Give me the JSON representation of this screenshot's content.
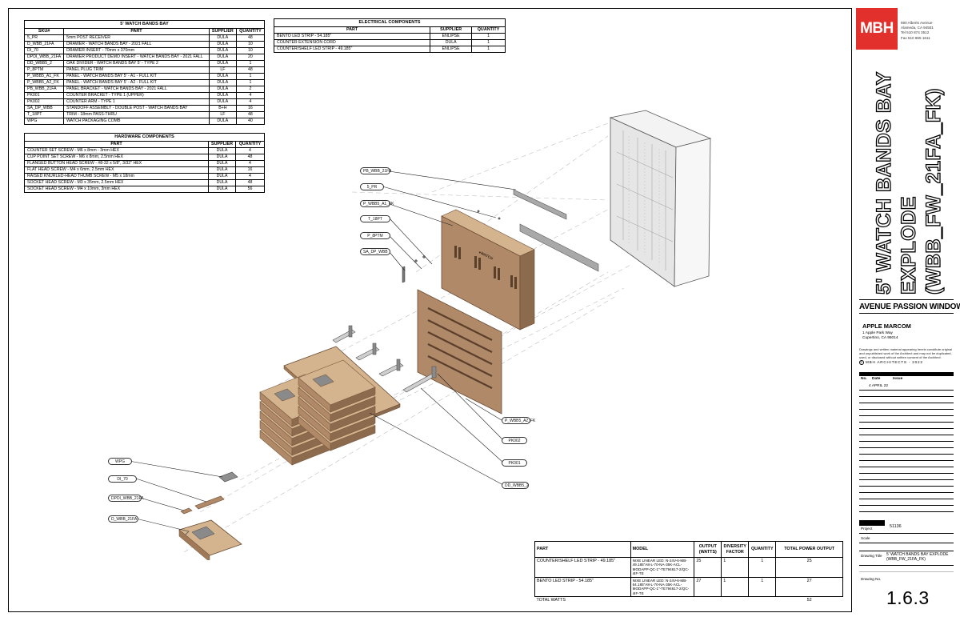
{
  "watch_bands_bay": {
    "title": "5' WATCH BANDS BAY",
    "headers": [
      "SKU#",
      "PART",
      "SUPPLIER",
      "QUANTITY"
    ],
    "rows": [
      [
        "5_PR",
        "5mm POST RECEIVER",
        "DULA",
        "48"
      ],
      [
        "D_WBB_21FA",
        "DRAWER - WATCH BANDS BAY - 2021 FALL",
        "DULA",
        "10"
      ],
      [
        "DI_70",
        "DRAWER INSERT - 70mm x 370mm",
        "DULA",
        "10"
      ],
      [
        "DPDI_WBB_21FA",
        "DRAWER PRODUCT DEMO INSERT - WATCH BANDS BAY - 2021 FALL",
        "DULA",
        "20"
      ],
      [
        "DD_WBB5_2",
        "OAK DIVIDER - WATCH BANDS BAY 5' - TYPE 2",
        "DULA",
        "1"
      ],
      [
        "P_8PTM",
        "PANEL PLUG TRIM",
        "LF",
        "48"
      ],
      [
        "P_WBB5_A1_FK",
        "PANEL - WATCH BANDS BAY 5' - A1 - FULL KIT",
        "DULA",
        "1"
      ],
      [
        "P_WBB5_A2_FK",
        "PANEL - WATCH BANDS BAY 5' - A2 - FULL KIT",
        "DULA",
        "1"
      ],
      [
        "PB_WBB_21FA",
        "PANEL BRACKET - WATCH BANDS BAY - 2021 FALL",
        "DULA",
        "2"
      ],
      [
        "PK001",
        "COUNTER BRACKET - TYPE 1 (UPPER)",
        "DULA",
        "4"
      ],
      [
        "PK002",
        "COUNTER ARM - TYPE 1",
        "DULA",
        "4"
      ],
      [
        "SA_DP_WBB",
        "STANDOFF ASSEMBLY - DOUBLE POST - WATCH BANDS BAY",
        "B+H",
        "16"
      ],
      [
        "T_18PT",
        "TRIM - 18mm PASS-THRU",
        "LF",
        "48"
      ],
      [
        "WPG",
        "WATCH PACKAGING COMB",
        "DULA",
        "40"
      ]
    ]
  },
  "hardware": {
    "title": "HARDWARE COMPONENTS",
    "headers": [
      "PART",
      "SUPPLIER",
      "QUANTITY"
    ],
    "rows": [
      [
        "COUNTER SET SCREW - M6 x 8mm - 3mm HEX",
        "DULA",
        "4"
      ],
      [
        "CUP POINT SET SCREW - M6 x 8mm, 2.5mm HEX",
        "DULA",
        "48"
      ],
      [
        "FLANGED BUTTON HEAD SCREW - #8-32 x 5/8\", 3/32\" HEX",
        "DULA",
        "4"
      ],
      [
        "FLAT HEAD SCREW - M4 x 6mm, 2.5mm HEX",
        "DULA",
        "16"
      ],
      [
        "RAISED KNURLED-HEAD THUMB SCREW - M5 x 18mm",
        "DULA",
        "4"
      ],
      [
        "SOCKET HEAD SCREW - M3 x 35mm, 2.5mm HEX",
        "DULA",
        "48"
      ],
      [
        "SOCKET HEAD SCREW - M4 x 10mm, 3mm HEX",
        "DULA",
        "56"
      ]
    ]
  },
  "electrical": {
    "title": "ELECTRICAL COMPONENTS",
    "headers": [
      "PART",
      "SUPPLIER",
      "QUANTITY"
    ],
    "rows": [
      [
        "BENTO LED STRIP - 54.185\"",
        "ENLIPSE",
        "1"
      ],
      [
        "COUNTER EXTENSION CORD",
        "DULA",
        "1"
      ],
      [
        "COUNTER/SHELF LED STRIP - 49.185\"",
        "ENLIPSE",
        "1"
      ]
    ]
  },
  "power": {
    "headers": [
      "PART",
      "MODEL",
      "OUTPUT (WATTS)",
      "DIVERSITY FACTOR",
      "QUANTITY",
      "TOTAL POWER OUTPUT"
    ],
    "rows": [
      {
        "part": "COUNTER/SHELF LED STRIP - 49.185\"",
        "model": "NIXE LINEAR LED: N-24V-6-MB-49.185\"A8-L-70-NA-35K-ACL-MODAPP-QC-1\"-TE794617-2/QC-4IF-TE",
        "output": "25",
        "diversity": "1",
        "quantity": "1",
        "total": "25"
      },
      {
        "part": "BENTO LED STRIP - 54.185\"",
        "model": "NIXE LINEAR LED: N-24V-6-MB-54.185\"A8-L-70-NA-35K-ACL-MODAPP-QC-1\"-TE794617-2/QC-4IF-TE",
        "output": "27",
        "diversity": "1",
        "quantity": "1",
        "total": "27"
      }
    ],
    "total_label": "TOTAL WATTS",
    "total_value": "52"
  },
  "callouts": [
    "PB_WBB_21FA",
    "5_PR",
    "P_WBB5_A1_FK",
    "T_18PT",
    "P_8PTM",
    "SA_DP_WBB",
    "P_WBB5_A2_FK",
    "PK002",
    "PK001",
    "DD_WBB5_2",
    "WPG",
    "DI_70",
    "DPDI_WBB_21FA",
    "D_WBB_21FA"
  ],
  "panel_brand": "●WATCH",
  "title_block": {
    "logo": "MBH",
    "address": [
      "690 Alberts Avenue",
      "Alameda, CA 94501",
      "Tel 510 874 3512",
      "Fax 510 865 1611"
    ],
    "title_lines": [
      "5' WATCH BANDS BAY",
      "EXPLODE",
      "(WBB_FW_21FA_FK)"
    ],
    "project_name": "AVENUE PASSION WINDOWS",
    "client": "APPLE MARCOM",
    "client_address": [
      "1 Apple Park Way",
      "Cupertino, CA 95014"
    ],
    "notice": "Drawings and written material appearing herein constitute original and unpublished work of the Architect and may not be duplicated, used, or disclosed without written consent of the Architect.",
    "copyright": "MBH ARCHITECTS - 2022",
    "copyright_symbol": "©",
    "rev_headers": [
      "No.",
      "Date",
      "Issue"
    ],
    "rev_date": "4 APRIL 22",
    "project_label": "Project",
    "project_no": "51136",
    "scale_label": "Scale",
    "drawing_title_label": "Drawing Title",
    "drawing_title": "5' WATCH BANDS BAY EXPLODE (WBB_FW_21FA_FK)",
    "drawing_no_label": "Drawing No.",
    "sheet_no": "1.6.3"
  },
  "colors": {
    "wood": "#b08968",
    "wood_dark": "#7c5a3e",
    "wood_light": "#d4b48f",
    "logo_red": "#e2312c",
    "metal": "#9a9a9a"
  }
}
